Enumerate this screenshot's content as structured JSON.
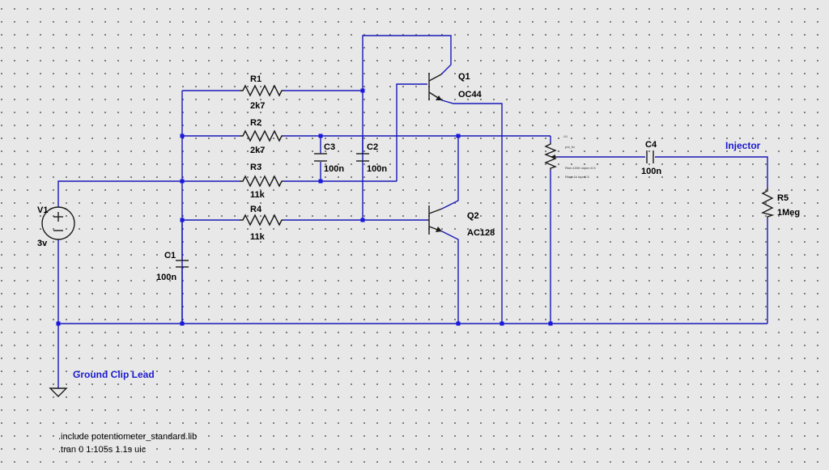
{
  "components": {
    "R1": {
      "ref": "R1",
      "value": "2k7"
    },
    "R2": {
      "ref": "R2",
      "value": "2k7"
    },
    "R3": {
      "ref": "R3",
      "value": "11k"
    },
    "R4": {
      "ref": "R4",
      "value": "11k"
    },
    "R5": {
      "ref": "R5",
      "value": "1Meg"
    },
    "C1": {
      "ref": "C1",
      "value": "100n"
    },
    "C2": {
      "ref": "C2",
      "value": "100n"
    },
    "C3": {
      "ref": "C3",
      "value": "100n"
    },
    "C4": {
      "ref": "C4",
      "value": "100n"
    },
    "Q1": {
      "ref": "Q1",
      "value": "OC44"
    },
    "Q2": {
      "ref": "Q2",
      "value": "AC128"
    },
    "V1": {
      "ref": "V1",
      "value": "3v"
    },
    "U1": {
      "ref": "U1",
      "model": "pot_lin",
      "params1": "Rtot=100K wiper=0.5",
      "params2": "Rtap=1k tap=0.5"
    }
  },
  "nets": {
    "injector": "Injector",
    "ground": "Ground Clip Lead"
  },
  "directives": [
    ".include potentiometer_standard.lib",
    ".tran 0 1.105s 1.1s uic"
  ],
  "colors": {
    "wire": "#1818b8",
    "net_label": "#1a1ad0",
    "junction": "#1818e0",
    "background": "#e8e8e8",
    "grid_dot": "#6e6e6e"
  }
}
